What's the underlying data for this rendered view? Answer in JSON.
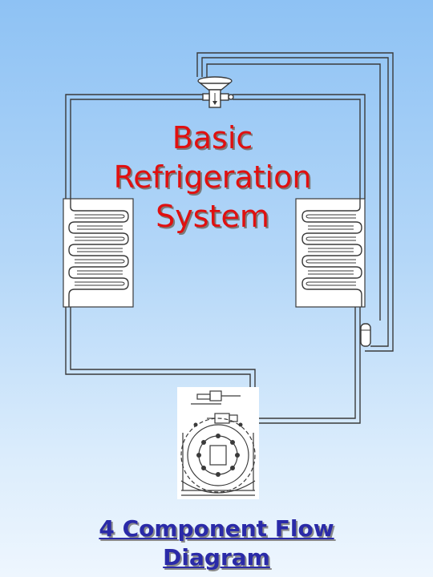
{
  "slide": {
    "title_lines": [
      "Basic",
      "Refrigeration",
      "System"
    ],
    "subtitle_lines": [
      "4 Component Flow",
      "Diagram"
    ]
  },
  "diagram": {
    "components": [
      "expansion-valve",
      "evaporator-coil",
      "condenser-coil",
      "compressor",
      "receiver-drier"
    ],
    "colors": {
      "title": "#e01010",
      "subtitle": "#2a2aa8",
      "line": "#3a3a3a",
      "coil_fill": "#ffffff",
      "background_top": "#8ec2f4",
      "background_bottom": "#eef6fe"
    }
  }
}
